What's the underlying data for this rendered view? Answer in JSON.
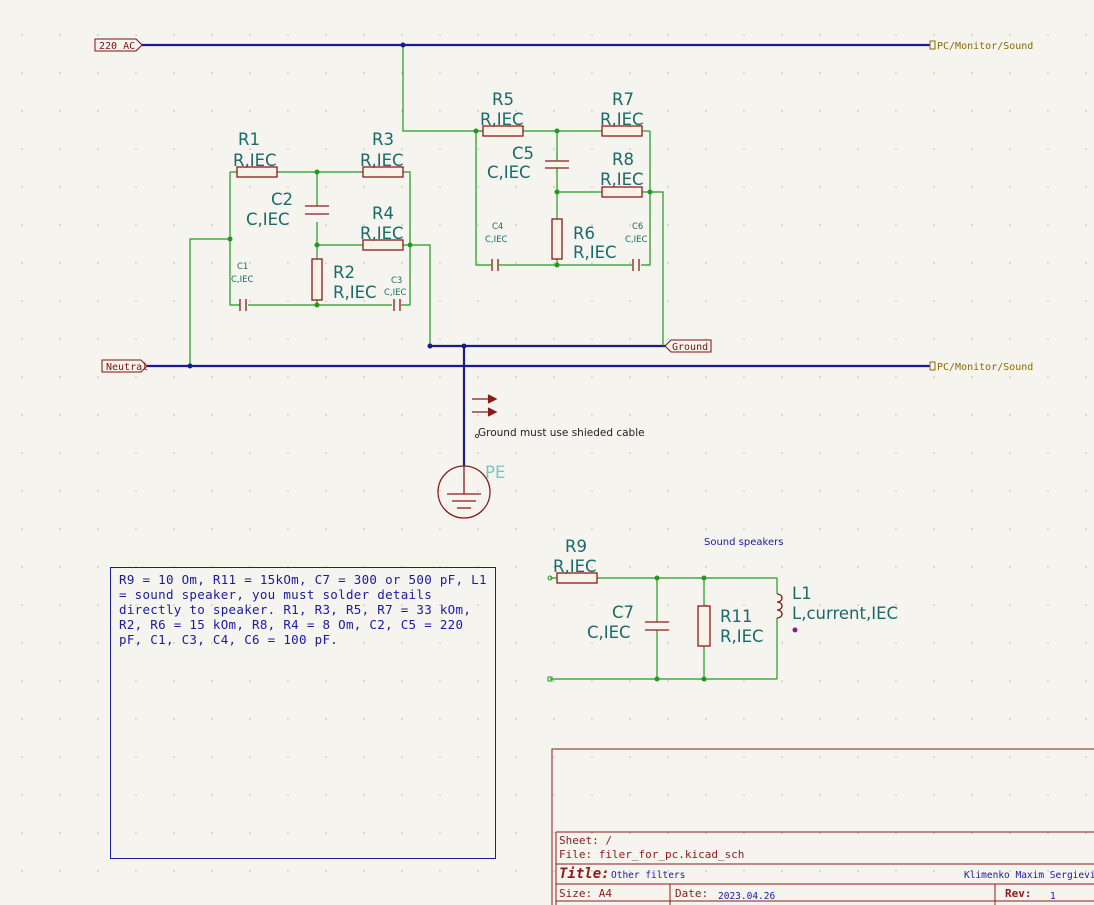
{
  "nets": {
    "ac_input": "220 AC",
    "neutral": "Neutral",
    "ground": "Ground",
    "out_top": "PC/Monitor/Sound",
    "out_bottom": "PC/Monitor/Sound",
    "pe": "PE"
  },
  "components": {
    "R1": {
      "ref": "R1",
      "val": "R,IEC"
    },
    "R2": {
      "ref": "R2",
      "val": "R,IEC"
    },
    "R3": {
      "ref": "R3",
      "val": "R,IEC"
    },
    "R4": {
      "ref": "R4",
      "val": "R,IEC"
    },
    "R5": {
      "ref": "R5",
      "val": "R,IEC"
    },
    "R6": {
      "ref": "R6",
      "val": "R,IEC"
    },
    "R7": {
      "ref": "R7",
      "val": "R,IEC"
    },
    "R8": {
      "ref": "R8",
      "val": "R,IEC"
    },
    "R9": {
      "ref": "R9",
      "val": "R,IEC"
    },
    "R11": {
      "ref": "R11",
      "val": "R,IEC"
    },
    "C1": {
      "ref": "C1",
      "val": "C,IEC"
    },
    "C2": {
      "ref": "C2",
      "val": "C,IEC"
    },
    "C3": {
      "ref": "C3",
      "val": "C,IEC"
    },
    "C4": {
      "ref": "C4",
      "val": "C,IEC"
    },
    "C5": {
      "ref": "C5",
      "val": "C,IEC"
    },
    "C6": {
      "ref": "C6",
      "val": "C,IEC"
    },
    "C7": {
      "ref": "C7",
      "val": "C,IEC"
    },
    "L1": {
      "ref": "L1",
      "val": "L,current,IEC"
    }
  },
  "annotations": {
    "shielded": "Ground must use shieded cable",
    "speakers": "Sound speakers"
  },
  "notes": "R9 = 10 Om, R11 = 15kOm, C7 = 300 or 500 pF, L1 = sound speaker, you must solder details directly to speaker. R1, R3, R5, R7 = 33 kOm, R2, R6 = 15 kOm, R8, R4 = 8 Om, C2, C5 = 220 pF, C1, C3, C4, C6 = 100 pF.",
  "title_block": {
    "sheet": "Sheet: /",
    "file": "File: filer_for_pc.kicad_sch",
    "title_label": "Title:",
    "title": "Other filters",
    "author": "Klimenko Maxim Sergievic",
    "size_label": "Size: A4",
    "date_label": "Date:",
    "date": "2023.04.26",
    "rev_label": "Rev:",
    "rev": "1"
  },
  "colors": {
    "wire": "#1f9a1f",
    "bus": "#1a1a8c",
    "component": "#8b1a1a",
    "ref_text": "#1a6a6a",
    "label": "#7a1010"
  }
}
